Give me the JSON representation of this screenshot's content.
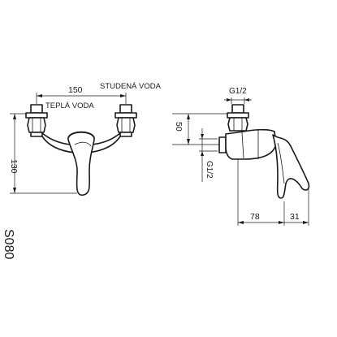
{
  "model_code": "S080",
  "front_view": {
    "dim_center_spacing": "150",
    "dim_height": "130",
    "label_cold_water": "STUDENÁ VODA",
    "label_hot_water": "TEPLÁ VODA"
  },
  "side_view": {
    "dim_thread_top": "G1/2",
    "dim_thread_side": "G1/2",
    "dim_height": "50",
    "dim_depth": "78",
    "dim_lever": "31"
  }
}
